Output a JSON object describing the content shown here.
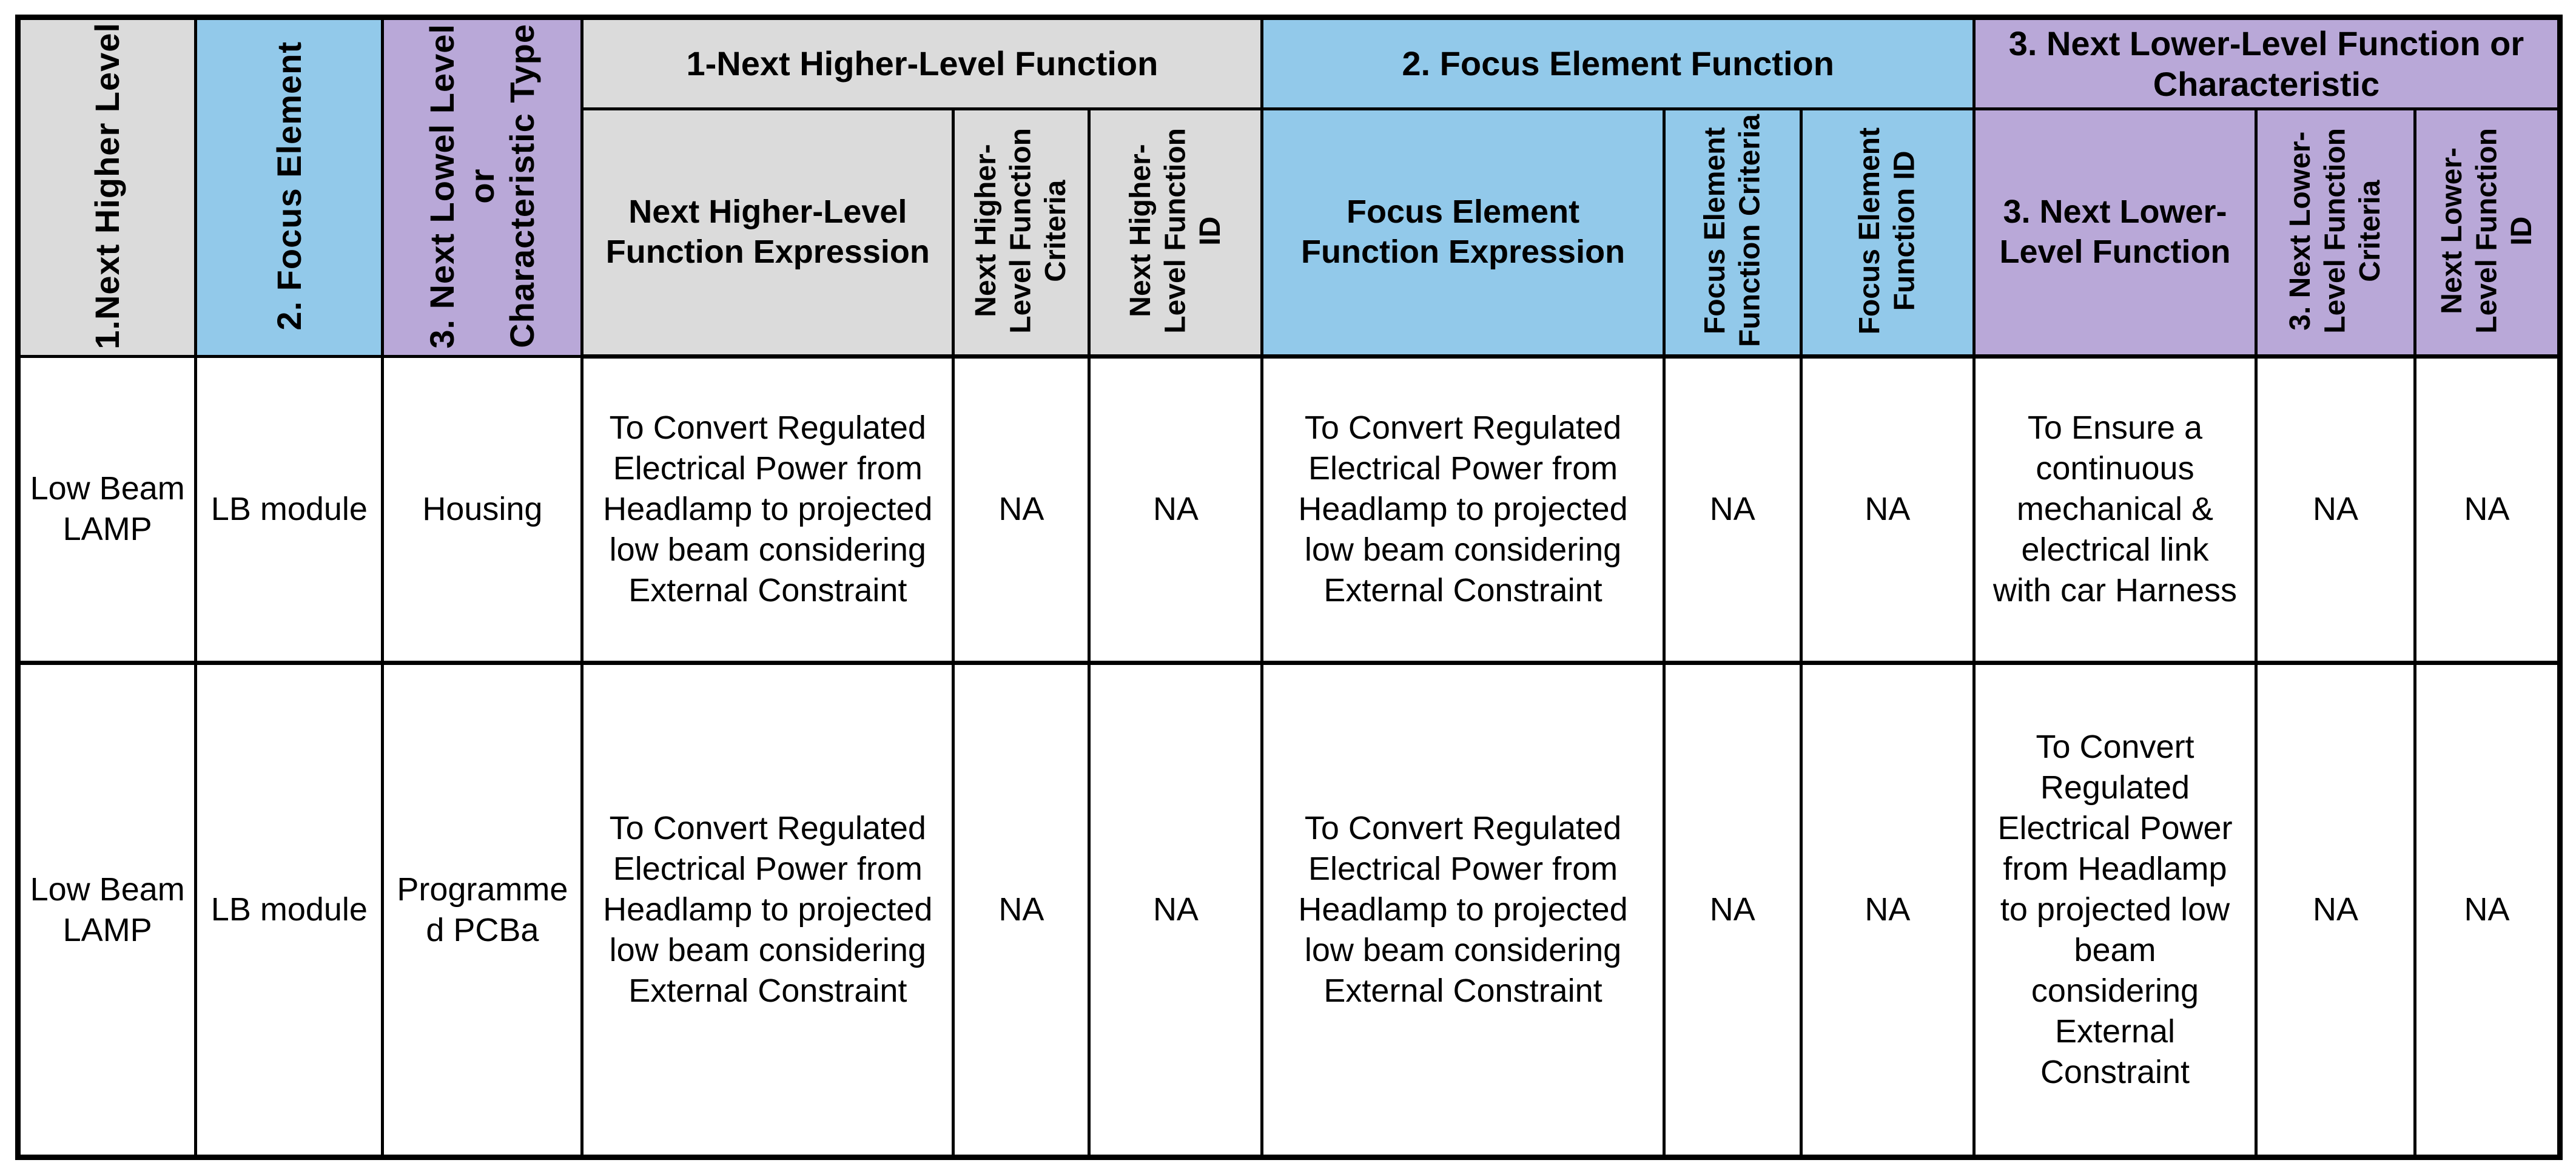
{
  "colors": {
    "header_gray": "#dbdbdb",
    "header_blue": "#92c9ea",
    "header_purple": "#b9a8d8",
    "border": "#000000",
    "cell_background": "#ffffff",
    "text": "#000000"
  },
  "header": {
    "level_columns": [
      {
        "label": "1.Next Higher Level"
      },
      {
        "label": "2. Focus Element"
      },
      {
        "label": "3. Next Lowel Level\nor\nCharacteristic Type"
      }
    ],
    "groups": [
      {
        "label": "1-Next Higher-Level Function"
      },
      {
        "label": "2. Focus Element Function"
      },
      {
        "label": "3. Next Lower-Level Function or\nCharacteristic"
      }
    ],
    "sub_columns": [
      {
        "label": "Next Higher-Level\nFunction Expression"
      },
      {
        "label": "Next Higher-\nLevel Function\nCriteria"
      },
      {
        "label": "Next Higher-\nLevel Function\nID"
      },
      {
        "label": "Focus Element\nFunction Expression"
      },
      {
        "label": "Focus Element\nFunction Criteria"
      },
      {
        "label": "Focus Element\nFunction ID"
      },
      {
        "label": "3. Next Lower-\nLevel Function"
      },
      {
        "label": "3. Next Lower-\nLevel Function\nCriteria"
      },
      {
        "label": "Next Lower-\nLevel Function\nID"
      }
    ]
  },
  "rows": [
    {
      "cells": [
        "Low Beam\nLAMP",
        "LB module",
        "Housing",
        "To Convert Regulated\nElectrical Power from\nHeadlamp to projected\nlow beam considering\nExternal Constraint",
        "NA",
        "NA",
        "To Convert Regulated\nElectrical Power from\nHeadlamp to projected\nlow beam considering\nExternal Constraint",
        "NA",
        "NA",
        "To Ensure a\ncontinuous\nmechanical &\nelectrical link\nwith car Harness",
        "NA",
        "NA"
      ]
    },
    {
      "cells": [
        "Low Beam\nLAMP",
        "LB module",
        "Programme\nd PCBa",
        "To Convert Regulated\nElectrical Power from\nHeadlamp to projected\nlow beam considering\nExternal Constraint",
        "NA",
        "NA",
        "To Convert Regulated\nElectrical Power from\nHeadlamp to projected\nlow beam considering\nExternal Constraint",
        "NA",
        "NA",
        "To Convert\nRegulated\nElectrical Power\nfrom Headlamp\nto projected low\nbeam\nconsidering\nExternal\nConstraint",
        "NA",
        "NA"
      ]
    }
  ]
}
